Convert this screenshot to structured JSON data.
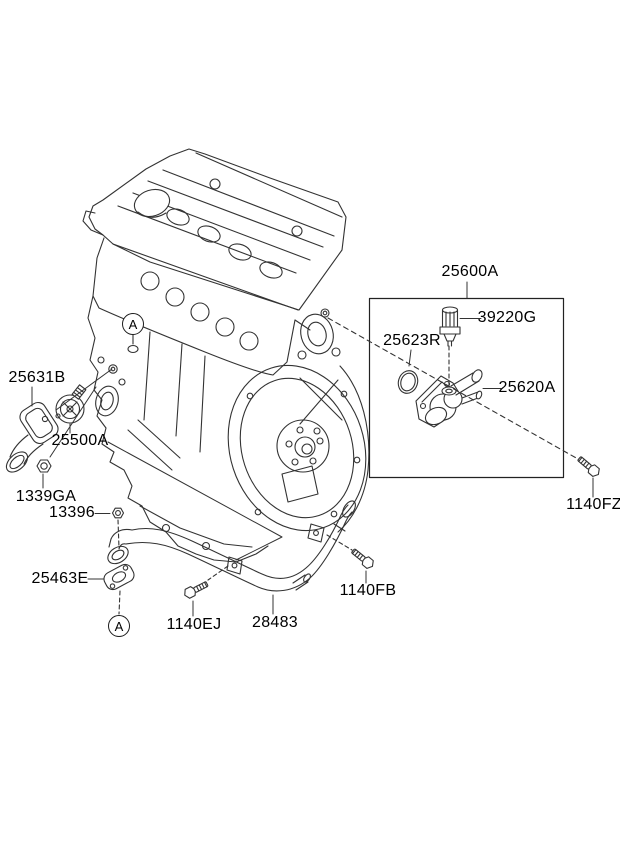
{
  "diagram": {
    "background": "#ffffff",
    "line_color": "#333333",
    "text_color": "#000000",
    "callout_letter": "A",
    "labels": {
      "l25600A": "25600A",
      "l39220G": "39220G",
      "l25623R": "25623R",
      "l25620A": "25620A",
      "l1140FZ": "1140FZ",
      "l25631B": "25631B",
      "l25500A": "25500A",
      "l1339GA": "1339GA",
      "l13396": "13396",
      "l25463E": "25463E",
      "l1140EJ": "1140EJ",
      "l28483": "28483",
      "l1140FB": "1140FB"
    }
  }
}
